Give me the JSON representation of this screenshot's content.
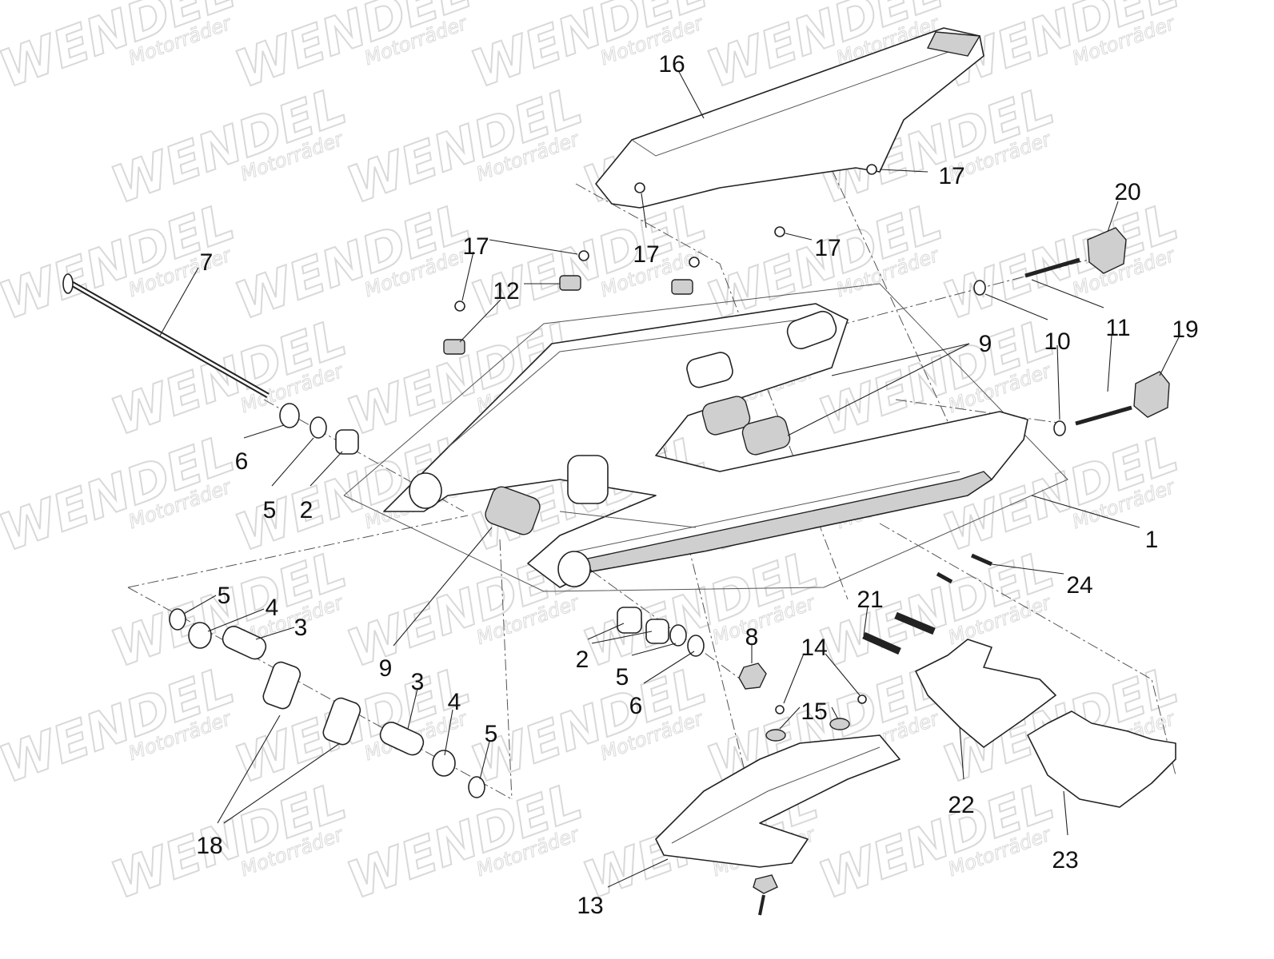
{
  "watermark": {
    "brand": "WENDEL",
    "sub": "Motorräder"
  },
  "callouts": [
    "16",
    "17",
    "17",
    "17",
    "17",
    "12",
    "20",
    "7",
    "9",
    "10",
    "11",
    "19",
    "6",
    "5",
    "2",
    "1",
    "24",
    "21",
    "5",
    "4",
    "3",
    "9",
    "8",
    "14",
    "2",
    "5",
    "6",
    "15",
    "3",
    "4",
    "5",
    "22",
    "23",
    "18",
    "13"
  ]
}
